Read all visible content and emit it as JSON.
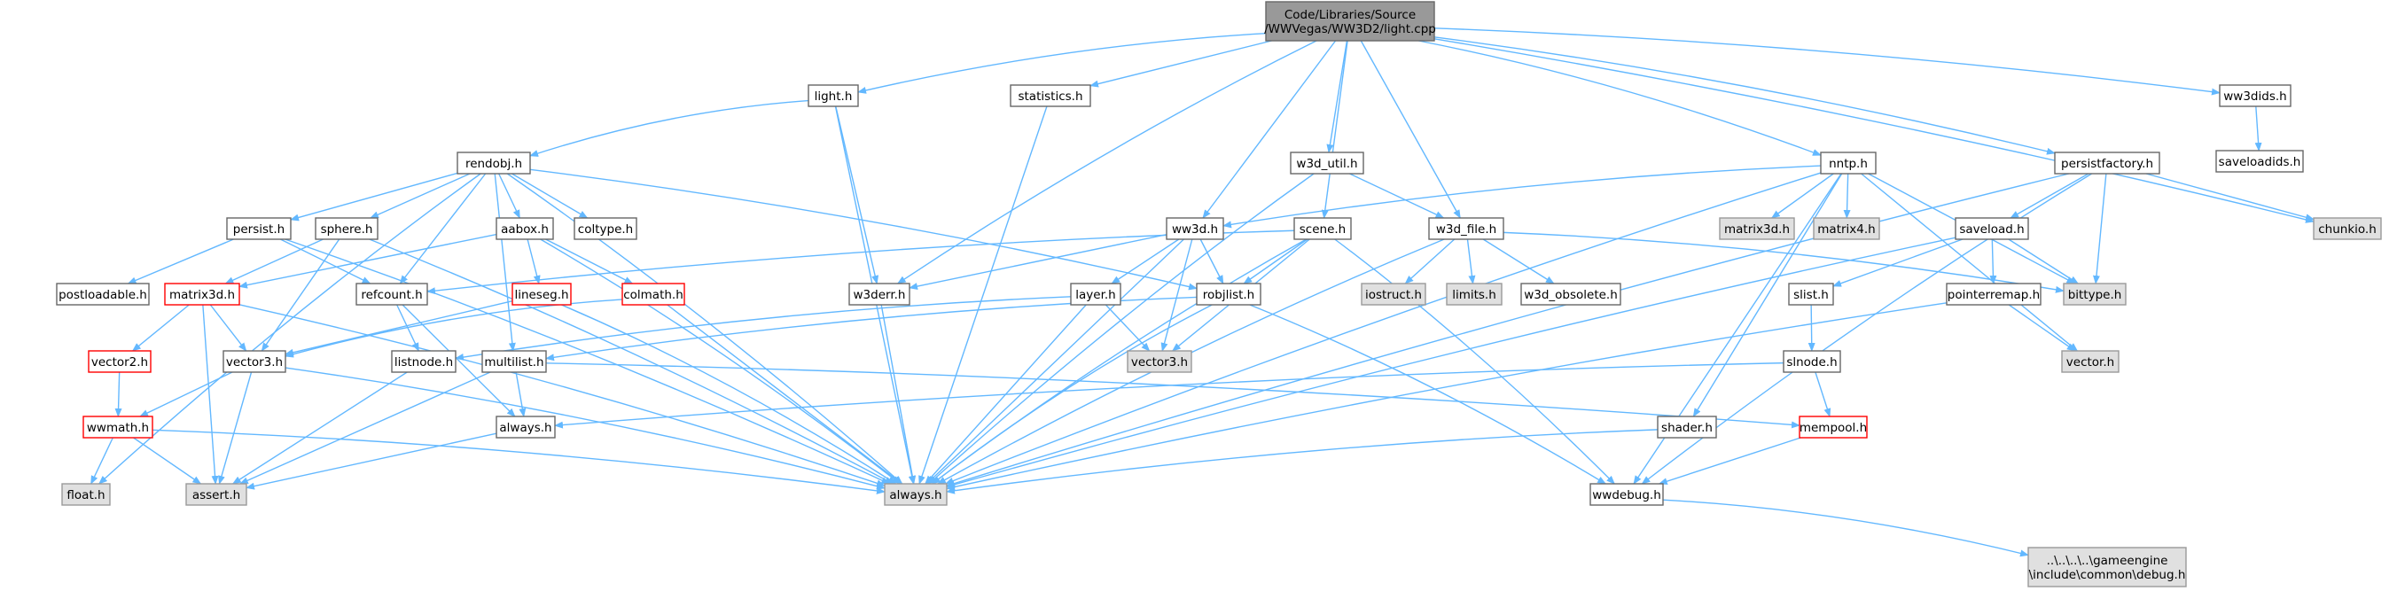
{
  "graph": {
    "root": "light_cpp",
    "styles": {
      "root": {
        "fill": "#999999",
        "stroke": "#666666"
      },
      "normal": {
        "fill": "#ffffff",
        "stroke": "#666666"
      },
      "missing": {
        "fill": "#e0e0e0",
        "stroke": "#999999"
      },
      "truncated": {
        "fill": "#ffffff",
        "stroke": "#ff0000"
      },
      "edge_color": "#63b8ff"
    },
    "nodes": [
      {
        "id": "light_cpp",
        "lines": [
          "Code/Libraries/Source",
          "/WWVegas/WW3D2/light.cpp"
        ],
        "kind": "root"
      },
      {
        "id": "light_h",
        "lines": [
          "light.h"
        ],
        "kind": "normal"
      },
      {
        "id": "statistics_h",
        "lines": [
          "statistics.h"
        ],
        "kind": "normal"
      },
      {
        "id": "w3d_util_h",
        "lines": [
          "w3d_util.h"
        ],
        "kind": "normal"
      },
      {
        "id": "ww3dids_h",
        "lines": [
          "ww3dids.h"
        ],
        "kind": "normal"
      },
      {
        "id": "saveloadids_h",
        "lines": [
          "saveloadids.h"
        ],
        "kind": "normal"
      },
      {
        "id": "rendobj_h",
        "lines": [
          "rendobj.h"
        ],
        "kind": "normal"
      },
      {
        "id": "nntp_h",
        "lines": [
          "nntp.h"
        ],
        "kind": "normal"
      },
      {
        "id": "persistfactory_h",
        "lines": [
          "persistfactory.h"
        ],
        "kind": "normal"
      },
      {
        "id": "persist_h",
        "lines": [
          "persist.h"
        ],
        "kind": "normal"
      },
      {
        "id": "sphere_h",
        "lines": [
          "sphere.h"
        ],
        "kind": "normal"
      },
      {
        "id": "aabox_h",
        "lines": [
          "aabox.h"
        ],
        "kind": "normal"
      },
      {
        "id": "coltype_h",
        "lines": [
          "coltype.h"
        ],
        "kind": "normal"
      },
      {
        "id": "ww3d_h",
        "lines": [
          "ww3d.h"
        ],
        "kind": "normal"
      },
      {
        "id": "scene_h",
        "lines": [
          "scene.h"
        ],
        "kind": "normal"
      },
      {
        "id": "w3d_file_h",
        "lines": [
          "w3d_file.h"
        ],
        "kind": "normal"
      },
      {
        "id": "matrix3d_h_g",
        "lines": [
          "matrix3d.h"
        ],
        "kind": "missing"
      },
      {
        "id": "matrix4_h",
        "lines": [
          "matrix4.h"
        ],
        "kind": "missing"
      },
      {
        "id": "saveload_h",
        "lines": [
          "saveload.h"
        ],
        "kind": "normal"
      },
      {
        "id": "chunkio_h",
        "lines": [
          "chunkio.h"
        ],
        "kind": "missing"
      },
      {
        "id": "postloadable_h",
        "lines": [
          "postloadable.h"
        ],
        "kind": "normal"
      },
      {
        "id": "matrix3d_h_r",
        "lines": [
          "matrix3d.h"
        ],
        "kind": "truncated"
      },
      {
        "id": "refcount_h",
        "lines": [
          "refcount.h"
        ],
        "kind": "normal"
      },
      {
        "id": "lineseg_h",
        "lines": [
          "lineseg.h"
        ],
        "kind": "truncated"
      },
      {
        "id": "colmath_h",
        "lines": [
          "colmath.h"
        ],
        "kind": "truncated"
      },
      {
        "id": "w3derr_h",
        "lines": [
          "w3derr.h"
        ],
        "kind": "normal"
      },
      {
        "id": "layer_h",
        "lines": [
          "layer.h"
        ],
        "kind": "normal"
      },
      {
        "id": "robjlist_h",
        "lines": [
          "robjlist.h"
        ],
        "kind": "normal"
      },
      {
        "id": "iostruct_h",
        "lines": [
          "iostruct.h"
        ],
        "kind": "missing"
      },
      {
        "id": "limits_h",
        "lines": [
          "limits.h"
        ],
        "kind": "missing"
      },
      {
        "id": "w3d_obsolete_h",
        "lines": [
          "w3d_obsolete.h"
        ],
        "kind": "normal"
      },
      {
        "id": "slist_h",
        "lines": [
          "slist.h"
        ],
        "kind": "normal"
      },
      {
        "id": "pointerremap_h",
        "lines": [
          "pointerremap.h"
        ],
        "kind": "normal"
      },
      {
        "id": "bittype_h",
        "lines": [
          "bittype.h"
        ],
        "kind": "missing"
      },
      {
        "id": "vector2_h",
        "lines": [
          "vector2.h"
        ],
        "kind": "truncated"
      },
      {
        "id": "vector3_h",
        "lines": [
          "vector3.h"
        ],
        "kind": "normal"
      },
      {
        "id": "listnode_h",
        "lines": [
          "listnode.h"
        ],
        "kind": "normal"
      },
      {
        "id": "multilist_h",
        "lines": [
          "multilist.h"
        ],
        "kind": "normal"
      },
      {
        "id": "vector3_h_g",
        "lines": [
          "vector3.h"
        ],
        "kind": "missing"
      },
      {
        "id": "slnode_h",
        "lines": [
          "slnode.h"
        ],
        "kind": "normal"
      },
      {
        "id": "vector_h",
        "lines": [
          "vector.h"
        ],
        "kind": "missing"
      },
      {
        "id": "wwmath_h",
        "lines": [
          "wwmath.h"
        ],
        "kind": "truncated"
      },
      {
        "id": "always_h_w",
        "lines": [
          "always.h"
        ],
        "kind": "normal"
      },
      {
        "id": "mempool_h",
        "lines": [
          "mempool.h"
        ],
        "kind": "truncated"
      },
      {
        "id": "shader_h",
        "lines": [
          "shader.h"
        ],
        "kind": "normal"
      },
      {
        "id": "float_h",
        "lines": [
          "float.h"
        ],
        "kind": "missing"
      },
      {
        "id": "assert_h",
        "lines": [
          "assert.h"
        ],
        "kind": "missing"
      },
      {
        "id": "always_h",
        "lines": [
          "always.h"
        ],
        "kind": "missing"
      },
      {
        "id": "wwdebug_h",
        "lines": [
          "wwdebug.h"
        ],
        "kind": "normal"
      },
      {
        "id": "debug_h",
        "lines": [
          "..\\..\\..\\..\\gameengine",
          "\\include\\common\\debug.h"
        ],
        "kind": "missing"
      }
    ],
    "edges": [
      [
        "light_cpp",
        "light_h"
      ],
      [
        "light_cpp",
        "statistics_h"
      ],
      [
        "light_cpp",
        "w3derr_h"
      ],
      [
        "light_cpp",
        "ww3d_h"
      ],
      [
        "light_cpp",
        "w3d_util_h"
      ],
      [
        "light_cpp",
        "scene_h"
      ],
      [
        "light_cpp",
        "w3d_file_h"
      ],
      [
        "light_cpp",
        "nntp_h"
      ],
      [
        "light_cpp",
        "persistfactory_h"
      ],
      [
        "light_cpp",
        "chunkio_h"
      ],
      [
        "light_cpp",
        "ww3dids_h"
      ],
      [
        "ww3dids_h",
        "saveloadids_h"
      ],
      [
        "light_h",
        "rendobj_h"
      ],
      [
        "light_h",
        "w3derr_h"
      ],
      [
        "light_h",
        "always_h"
      ],
      [
        "statistics_h",
        "always_h"
      ],
      [
        "w3d_util_h",
        "always_h"
      ],
      [
        "w3d_util_h",
        "w3d_file_h"
      ],
      [
        "rendobj_h",
        "persist_h"
      ],
      [
        "rendobj_h",
        "sphere_h"
      ],
      [
        "rendobj_h",
        "aabox_h"
      ],
      [
        "rendobj_h",
        "coltype_h"
      ],
      [
        "rendobj_h",
        "refcount_h"
      ],
      [
        "rendobj_h",
        "multilist_h"
      ],
      [
        "rendobj_h",
        "robjlist_h"
      ],
      [
        "rendobj_h",
        "always_h"
      ],
      [
        "rendobj_h",
        "float_h"
      ],
      [
        "persist_h",
        "postloadable_h"
      ],
      [
        "persist_h",
        "refcount_h"
      ],
      [
        "persist_h",
        "always_h"
      ],
      [
        "sphere_h",
        "matrix3d_h_r"
      ],
      [
        "sphere_h",
        "vector3_h"
      ],
      [
        "sphere_h",
        "always_h"
      ],
      [
        "aabox_h",
        "matrix3d_h_r"
      ],
      [
        "aabox_h",
        "lineseg_h"
      ],
      [
        "aabox_h",
        "colmath_h"
      ],
      [
        "aabox_h",
        "always_h"
      ],
      [
        "lineseg_h",
        "vector3_h"
      ],
      [
        "lineseg_h",
        "always_h"
      ],
      [
        "colmath_h",
        "vector3_h"
      ],
      [
        "colmath_h",
        "always_h"
      ],
      [
        "matrix3d_h_r",
        "vector2_h"
      ],
      [
        "matrix3d_h_r",
        "vector3_h"
      ],
      [
        "matrix3d_h_r",
        "assert_h"
      ],
      [
        "matrix3d_h_r",
        "always_h"
      ],
      [
        "vector2_h",
        "wwmath_h"
      ],
      [
        "vector3_h",
        "wwmath_h"
      ],
      [
        "vector3_h",
        "assert_h"
      ],
      [
        "vector3_h",
        "always_h"
      ],
      [
        "wwmath_h",
        "float_h"
      ],
      [
        "wwmath_h",
        "assert_h"
      ],
      [
        "wwmath_h",
        "always_h"
      ],
      [
        "refcount_h",
        "listnode_h"
      ],
      [
        "refcount_h",
        "always_h_w"
      ],
      [
        "listnode_h",
        "assert_h"
      ],
      [
        "always_h_w",
        "assert_h"
      ],
      [
        "multilist_h",
        "always_h_w"
      ],
      [
        "multilist_h",
        "assert_h"
      ],
      [
        "multilist_h",
        "mempool_h"
      ],
      [
        "ww3d_h",
        "w3derr_h"
      ],
      [
        "ww3d_h",
        "layer_h"
      ],
      [
        "ww3d_h",
        "robjlist_h"
      ],
      [
        "ww3d_h",
        "vector3_h_g"
      ],
      [
        "ww3d_h",
        "always_h"
      ],
      [
        "w3derr_h",
        "always_h"
      ],
      [
        "layer_h",
        "vector3_h_g"
      ],
      [
        "layer_h",
        "listnode_h"
      ],
      [
        "layer_h",
        "always_h"
      ],
      [
        "robjlist_h",
        "multilist_h"
      ],
      [
        "robjlist_h",
        "always_h"
      ],
      [
        "robjlist_h",
        "wwdebug_h"
      ],
      [
        "scene_h",
        "refcount_h"
      ],
      [
        "scene_h",
        "robjlist_h"
      ],
      [
        "scene_h",
        "vector3_h_g"
      ],
      [
        "scene_h",
        "always_h"
      ],
      [
        "scene_h",
        "wwdebug_h"
      ],
      [
        "w3d_file_h",
        "iostruct_h"
      ],
      [
        "w3d_file_h",
        "limits_h"
      ],
      [
        "w3d_file_h",
        "w3d_obsolete_h"
      ],
      [
        "w3d_file_h",
        "bittype_h"
      ],
      [
        "w3d_file_h",
        "always_h"
      ],
      [
        "nntp_h",
        "ww3d_h"
      ],
      [
        "nntp_h",
        "matrix3d_h_g"
      ],
      [
        "nntp_h",
        "matrix4_h"
      ],
      [
        "nntp_h",
        "shader_h"
      ],
      [
        "nntp_h",
        "bittype_h"
      ],
      [
        "nntp_h",
        "vector_h"
      ],
      [
        "nntp_h",
        "wwdebug_h"
      ],
      [
        "nntp_h",
        "always_h"
      ],
      [
        "persistfactory_h",
        "saveload_h"
      ],
      [
        "persistfactory_h",
        "bittype_h"
      ],
      [
        "persistfactory_h",
        "chunkio_h"
      ],
      [
        "persistfactory_h",
        "always_h"
      ],
      [
        "persistfactory_h",
        "wwdebug_h"
      ],
      [
        "saveload_h",
        "slist_h"
      ],
      [
        "saveload_h",
        "pointerremap_h"
      ],
      [
        "saveload_h",
        "bittype_h"
      ],
      [
        "saveload_h",
        "always_h"
      ],
      [
        "slist_h",
        "slnode_h"
      ],
      [
        "slnode_h",
        "mempool_h"
      ],
      [
        "slnode_h",
        "always_h_w"
      ],
      [
        "pointerremap_h",
        "vector_h"
      ],
      [
        "pointerremap_h",
        "always_h"
      ],
      [
        "shader_h",
        "always_h"
      ],
      [
        "mempool_h",
        "wwdebug_h"
      ],
      [
        "wwdebug_h",
        "debug_h"
      ]
    ]
  }
}
